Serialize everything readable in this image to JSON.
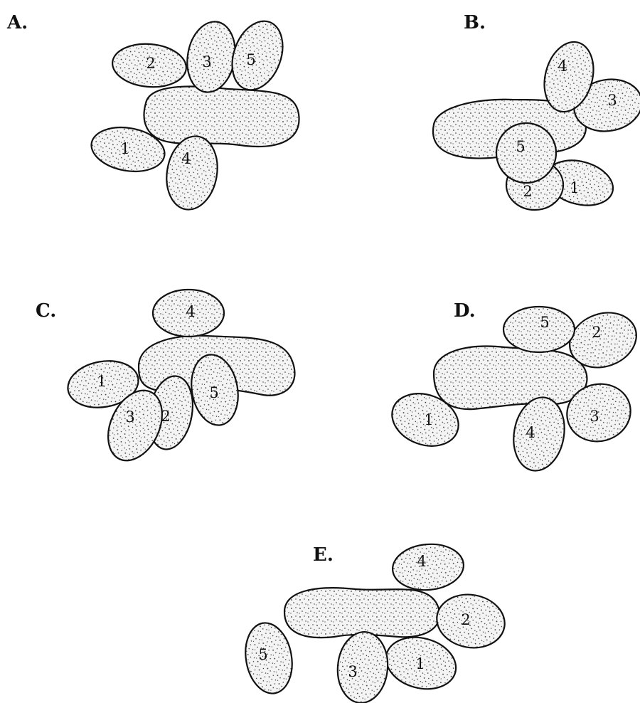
{
  "panels": [
    {
      "label": "A.",
      "buds": [
        "1",
        "2",
        "3",
        "4",
        "5"
      ]
    },
    {
      "label": "B.",
      "buds": [
        "1",
        "2",
        "3",
        "4",
        "5"
      ]
    },
    {
      "label": "C.",
      "buds": [
        "1",
        "2",
        "3",
        "4",
        "5"
      ]
    },
    {
      "label": "D.",
      "buds": [
        "1",
        "2",
        "3",
        "4",
        "5"
      ]
    },
    {
      "label": "E.",
      "buds": [
        "1",
        "2",
        "3",
        "4",
        "5"
      ]
    }
  ]
}
